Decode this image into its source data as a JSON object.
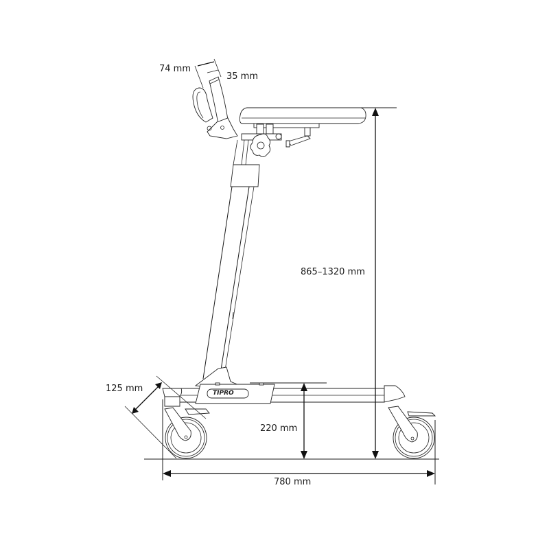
{
  "drawing": {
    "subject": "mobile stand-up table on casters, side elevation",
    "brand_mark": "TIPRO",
    "colors": {
      "line": "#1a1a1a",
      "background": "#ffffff"
    }
  },
  "dimensions": {
    "handle_outer": "74 mm",
    "handle_inner": "35 mm",
    "height_range": "865–1320 mm",
    "caster_diagonal": "125 mm",
    "base_height": "220 mm",
    "overall_length": "780 mm"
  }
}
